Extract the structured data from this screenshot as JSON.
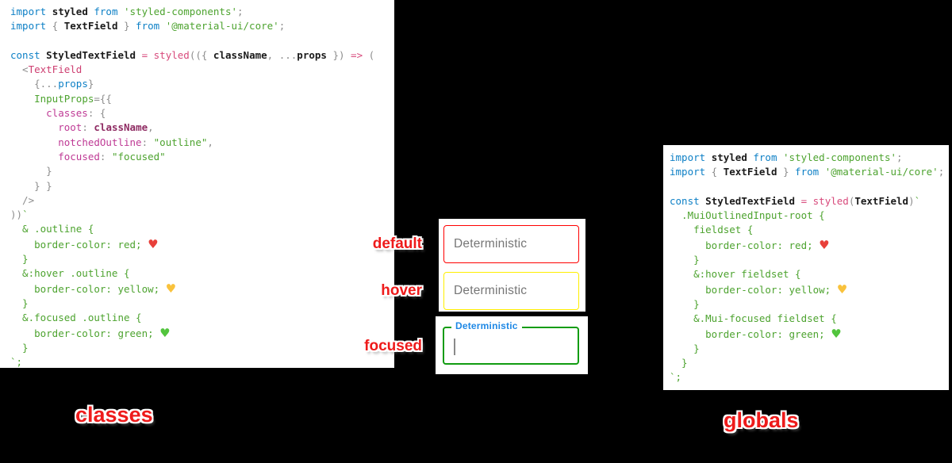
{
  "canvas": {
    "background": "#000000"
  },
  "annotations": {
    "default": "default",
    "hover": "hover",
    "focused": "focused"
  },
  "captions": {
    "left": "classes",
    "right": "globals"
  },
  "textfields": [
    {
      "state": "default",
      "label": "Deterministic",
      "border_color": "#ff0000"
    },
    {
      "state": "hover",
      "label": "Deterministic",
      "border_color": "#ffff00"
    },
    {
      "state": "focused",
      "label": "Deterministic",
      "border_color": "#119c11",
      "label_color": "#1e88e5",
      "has_cursor": true
    }
  ],
  "colors": {
    "annotation_red": "#ee1b1b",
    "keyword_blue": "#0e80c6",
    "string_green": "#4da32f",
    "property_magenta": "#bf3a95",
    "function_pink": "#d84a7c",
    "punctuation_gray": "#8d8d8d",
    "heart_red": "#e8403a",
    "heart_yellow": "#f9c23c",
    "heart_green": "#52c43d"
  },
  "code": {
    "left": {
      "lines": [
        [
          [
            "import",
            "kw"
          ],
          [
            " ",
            "pun"
          ],
          [
            "styled",
            "b"
          ],
          [
            " ",
            "pun"
          ],
          [
            "from",
            "kw"
          ],
          [
            " ",
            "pun"
          ],
          [
            "'styled-components'",
            "str"
          ],
          [
            ";",
            "pun"
          ]
        ],
        [
          [
            "import",
            "kw"
          ],
          [
            " { ",
            "pun"
          ],
          [
            "TextField",
            "b"
          ],
          [
            " } ",
            "pun"
          ],
          [
            "from",
            "kw"
          ],
          [
            " ",
            "pun"
          ],
          [
            "'@material-ui/core'",
            "str"
          ],
          [
            ";",
            "pun"
          ]
        ],
        [],
        [
          [
            "const",
            "kw"
          ],
          [
            " ",
            "pun"
          ],
          [
            "StyledTextField",
            "b"
          ],
          [
            " ",
            "pun"
          ],
          [
            "=",
            "op"
          ],
          [
            " ",
            "pun"
          ],
          [
            "styled",
            "fn"
          ],
          [
            "(({ ",
            "pun"
          ],
          [
            "className",
            "b"
          ],
          [
            ", ...",
            "pun"
          ],
          [
            "props",
            "b"
          ],
          [
            " }) ",
            "pun"
          ],
          [
            "=>",
            "op"
          ],
          [
            " (",
            "pun"
          ]
        ],
        [
          [
            "  <",
            "pun"
          ],
          [
            "TextField",
            "tag"
          ]
        ],
        [
          [
            "    {...",
            "pun"
          ],
          [
            "props",
            "kw"
          ],
          [
            "}",
            "pun"
          ]
        ],
        [
          [
            "    ",
            "pun"
          ],
          [
            "InputProps",
            "attr"
          ],
          [
            "={{",
            "pun"
          ]
        ],
        [
          [
            "      ",
            "pun"
          ],
          [
            "classes",
            "prop"
          ],
          [
            ": {",
            "pun"
          ]
        ],
        [
          [
            "        ",
            "pun"
          ],
          [
            "root",
            "prop"
          ],
          [
            ": ",
            "pun"
          ],
          [
            "className",
            "bvar"
          ],
          [
            ",",
            "pun"
          ]
        ],
        [
          [
            "        ",
            "pun"
          ],
          [
            "notchedOutline",
            "prop"
          ],
          [
            ": ",
            "pun"
          ],
          [
            "\"outline\"",
            "str"
          ],
          [
            ",",
            "pun"
          ]
        ],
        [
          [
            "        ",
            "pun"
          ],
          [
            "focused",
            "prop"
          ],
          [
            ": ",
            "pun"
          ],
          [
            "\"focused\"",
            "str"
          ]
        ],
        [
          [
            "      }",
            "pun"
          ]
        ],
        [
          [
            "    } }",
            "pun"
          ]
        ],
        [
          [
            "  />",
            "pun"
          ]
        ],
        [
          [
            "))",
            "pun"
          ],
          [
            "`",
            "tpl"
          ]
        ],
        [
          [
            "  & .outline {",
            "tpl"
          ]
        ],
        [
          [
            "    border-color: red; ",
            "tpl"
          ],
          [
            "♥",
            "heart-red"
          ]
        ],
        [
          [
            "  }",
            "tpl"
          ]
        ],
        [
          [
            "  &:hover .outline {",
            "tpl"
          ]
        ],
        [
          [
            "    border-color: yellow; ",
            "tpl"
          ],
          [
            "♥",
            "heart-yellow"
          ]
        ],
        [
          [
            "  }",
            "tpl"
          ]
        ],
        [
          [
            "  &.focused .outline {",
            "tpl"
          ]
        ],
        [
          [
            "    border-color: green; ",
            "tpl"
          ],
          [
            "♥",
            "heart-green"
          ]
        ],
        [
          [
            "  }",
            "tpl"
          ]
        ],
        [
          [
            "`;",
            "tpl"
          ]
        ]
      ]
    },
    "right": {
      "lines": [
        [
          [
            "import",
            "kw"
          ],
          [
            " ",
            "pun"
          ],
          [
            "styled",
            "b"
          ],
          [
            " ",
            "pun"
          ],
          [
            "from",
            "kw"
          ],
          [
            " ",
            "pun"
          ],
          [
            "'styled-components'",
            "str"
          ],
          [
            ";",
            "pun"
          ]
        ],
        [
          [
            "import",
            "kw"
          ],
          [
            " { ",
            "pun"
          ],
          [
            "TextField",
            "b"
          ],
          [
            " } ",
            "pun"
          ],
          [
            "from",
            "kw"
          ],
          [
            " ",
            "pun"
          ],
          [
            "'@material-ui/core'",
            "str"
          ],
          [
            ";",
            "pun"
          ]
        ],
        [],
        [
          [
            "const",
            "kw"
          ],
          [
            " ",
            "pun"
          ],
          [
            "StyledTextField",
            "b"
          ],
          [
            " ",
            "pun"
          ],
          [
            "=",
            "op"
          ],
          [
            " ",
            "pun"
          ],
          [
            "styled",
            "fn"
          ],
          [
            "(",
            "pun"
          ],
          [
            "TextField",
            "b"
          ],
          [
            ")",
            "pun"
          ],
          [
            "`",
            "tpl"
          ]
        ],
        [
          [
            "  .MuiOutlinedInput-root {",
            "tpl"
          ]
        ],
        [
          [
            "    fieldset {",
            "tpl"
          ]
        ],
        [
          [
            "      border-color: red; ",
            "tpl"
          ],
          [
            "♥",
            "heart-red"
          ]
        ],
        [
          [
            "    }",
            "tpl"
          ]
        ],
        [
          [
            "    &:hover fieldset {",
            "tpl"
          ]
        ],
        [
          [
            "      border-color: yellow; ",
            "tpl"
          ],
          [
            "♥",
            "heart-yellow"
          ]
        ],
        [
          [
            "    }",
            "tpl"
          ]
        ],
        [
          [
            "    &.Mui-focused fieldset {",
            "tpl"
          ]
        ],
        [
          [
            "      border-color: green; ",
            "tpl"
          ],
          [
            "♥",
            "heart-green"
          ]
        ],
        [
          [
            "    }",
            "tpl"
          ]
        ],
        [
          [
            "  }",
            "tpl"
          ]
        ],
        [
          [
            "`;",
            "tpl"
          ]
        ]
      ]
    }
  }
}
